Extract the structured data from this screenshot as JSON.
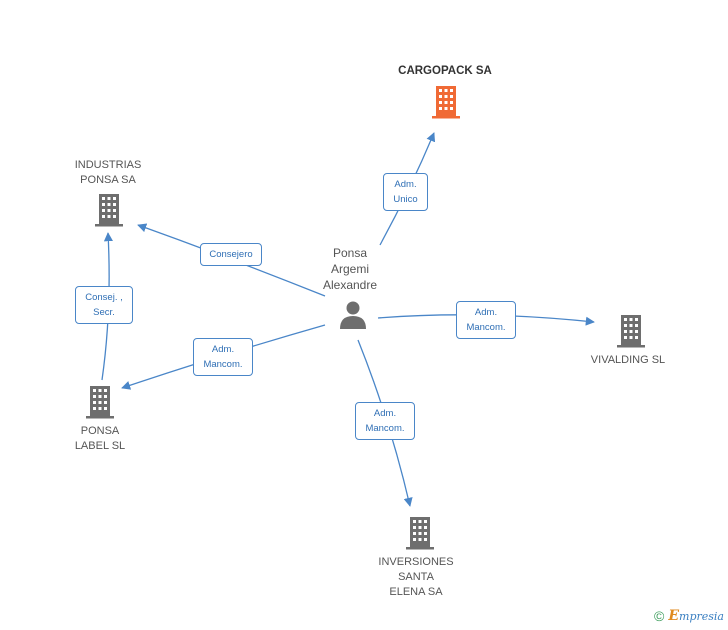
{
  "person": {
    "label": "Ponsa\nArgemi\nAlexandre",
    "icon": "person-icon"
  },
  "companies": {
    "cargopack": {
      "label": "CARGOPACK SA",
      "color": "#f06a35",
      "icon": "building-icon"
    },
    "industrias": {
      "label": "INDUSTRIAS\nPONSA SA",
      "color": "#6e6e6e",
      "icon": "building-icon"
    },
    "vivalding": {
      "label": "VIVALDING SL",
      "color": "#6e6e6e",
      "icon": "building-icon"
    },
    "ponsa_label": {
      "label": "PONSA\nLABEL SL",
      "color": "#6e6e6e",
      "icon": "building-icon"
    },
    "inversiones": {
      "label": "INVERSIONES\nSANTA\nELENA SA",
      "color": "#6e6e6e",
      "icon": "building-icon"
    }
  },
  "edges": {
    "cargopack": "Adm.\nUnico",
    "industrias": "Consejero",
    "vivalding": "Adm.\nMancom.",
    "ponsa_label": "Adm.\nMancom.",
    "inversiones": "Adm.\nMancom.",
    "label_to_industrias": "Consej. ,\nSecr."
  },
  "edge_color": "#4a86c8",
  "footer": {
    "copyright": "©",
    "brand_initial": "E",
    "brand_rest": "mpresia"
  }
}
